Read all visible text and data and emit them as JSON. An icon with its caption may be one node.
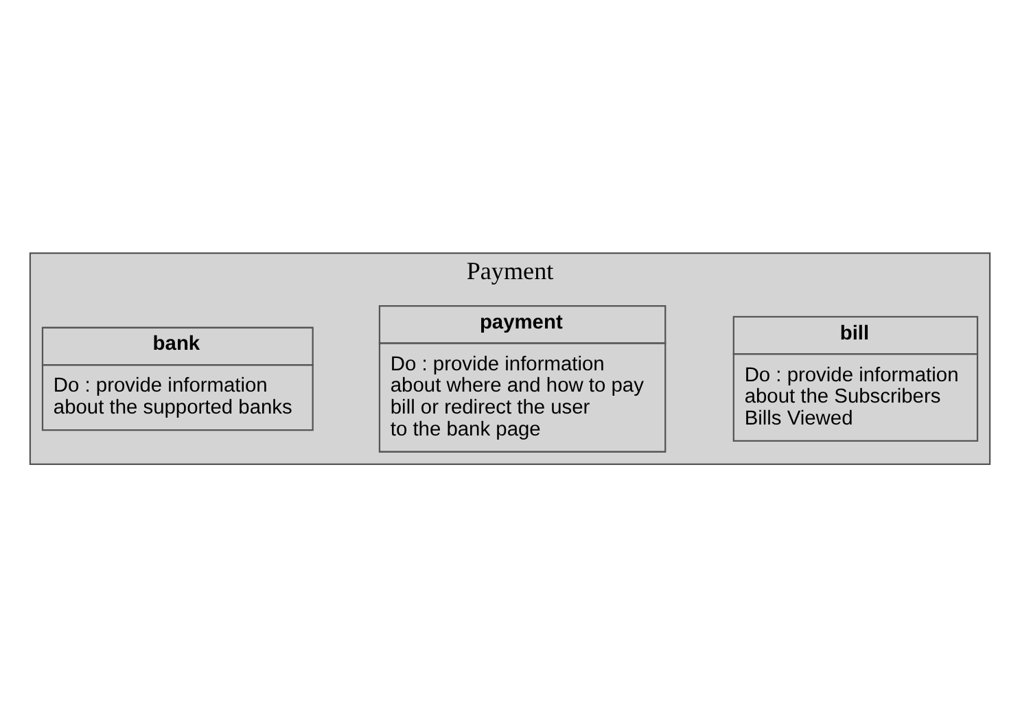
{
  "diagram": {
    "nodes": [
      {
        "text": [
          "Payment"
        ]
      },
      {
        "text": [
          "bill",
          "Do : provide information about the Subscribers Bills Viewed"
        ],
        "in": 0
      },
      {
        "text": [
          "payment",
          "Do : provide information about where and how to pay bill or redirect the user to the bank page"
        ],
        "in": 0
      },
      {
        "text": [
          "bank",
          "Do : provide information about the supported banks"
        ],
        "in": 0
      }
    ],
    "edges": []
  }
}
